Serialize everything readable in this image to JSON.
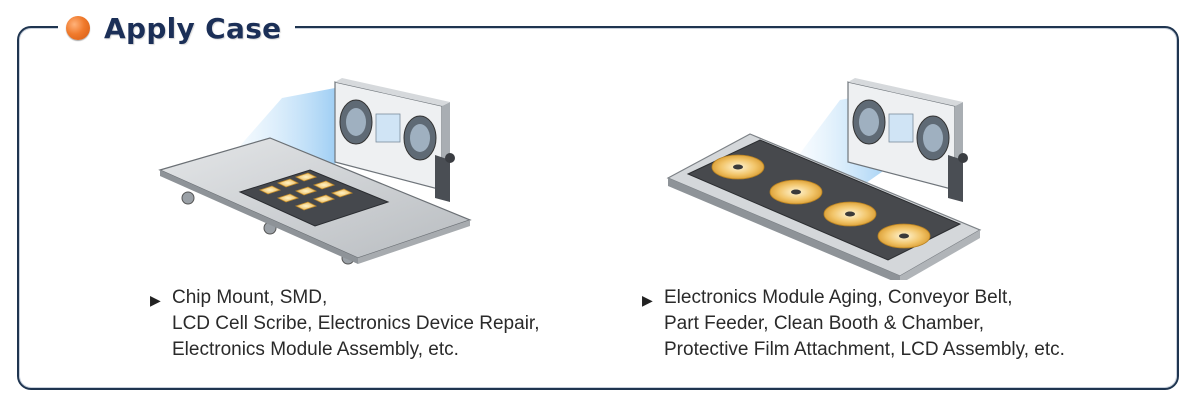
{
  "section": {
    "title": "Apply Case"
  },
  "cases": [
    {
      "lines": [
        "Chip Mount, SMD,",
        "LCD Cell Scribe, Electronics Device Repair,",
        "Electronics Module Assembly, etc."
      ]
    },
    {
      "lines": [
        "Electronics Module Aging, Conveyor Belt,",
        "Part Feeder, Clean Booth & Chamber,",
        "Protective Film Attachment, LCD Assembly, etc."
      ]
    }
  ],
  "icons": {
    "bullet": "orange-circle-icon",
    "caption_marker": "triangle-right-icon"
  },
  "colors": {
    "border": "#1f3550",
    "title": "#1b2f57",
    "accent": "#f07a2c",
    "airflow": "#9fd0f5"
  }
}
